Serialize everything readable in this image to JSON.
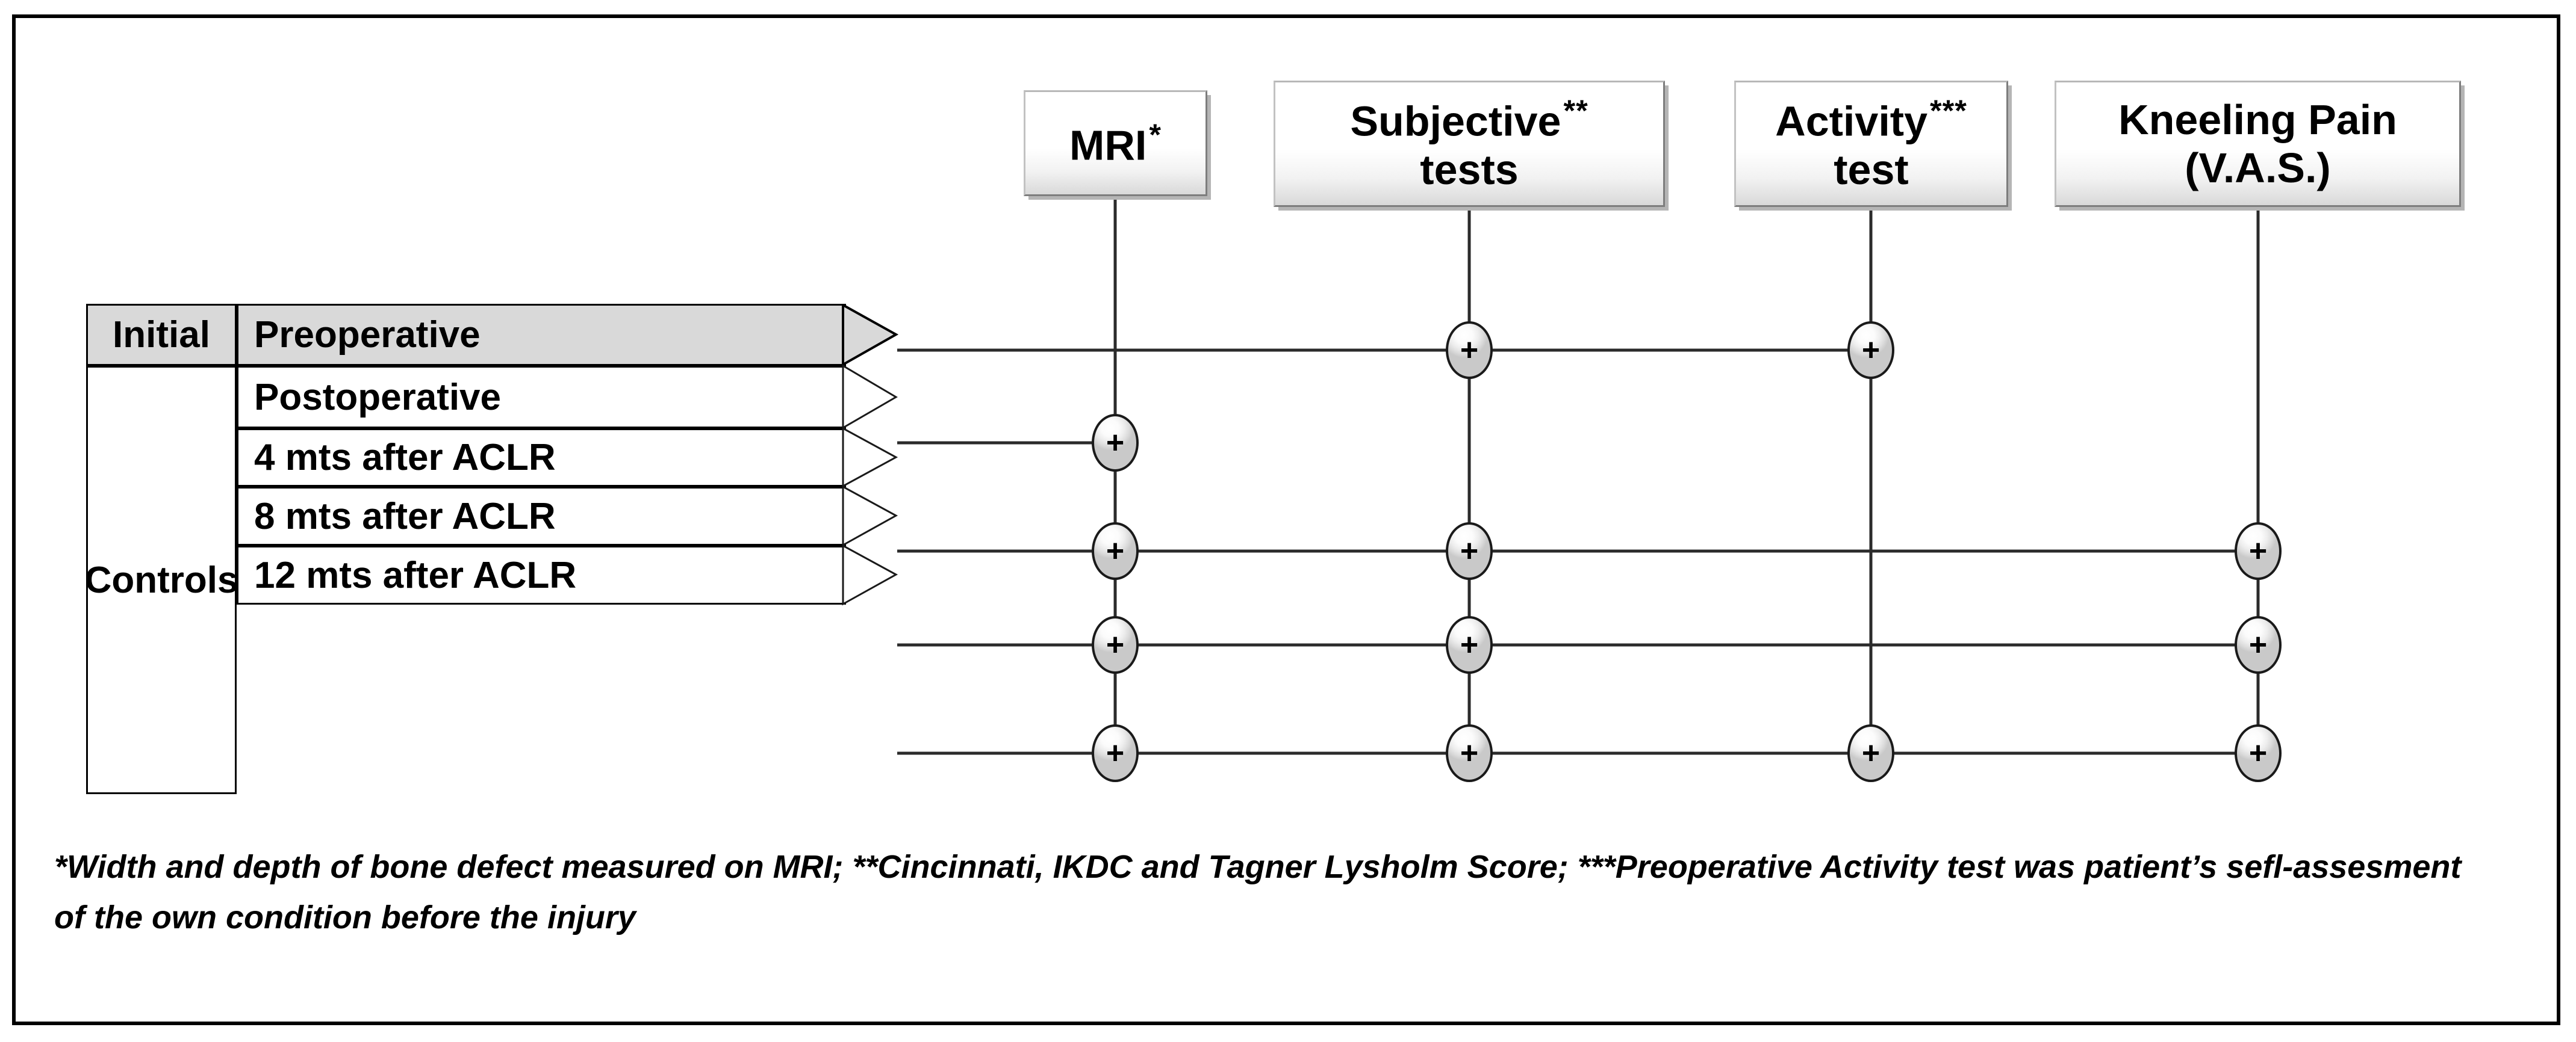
{
  "figure": {
    "type": "study-timeline-matrix",
    "frame_color": "#000000",
    "shaded_row_color": "#d9d9d9"
  },
  "instruments": [
    {
      "id": "mri",
      "label": "MRI",
      "label_line2": "",
      "marker": "*"
    },
    {
      "id": "subj",
      "label": "Subjective",
      "label_line2": "tests",
      "marker": "**"
    },
    {
      "id": "activity",
      "label": "Activity",
      "label_line2": "test",
      "marker": "***"
    },
    {
      "id": "kneel",
      "label": "Kneeling Pain",
      "label_line2": "(V.A.S.)",
      "marker": ""
    }
  ],
  "groups": [
    {
      "id": "initial",
      "label": "Initial"
    },
    {
      "id": "controls",
      "label": "Controls"
    }
  ],
  "timepoints": [
    {
      "id": "preop",
      "label": "Preoperative",
      "group": "initial",
      "shaded": true
    },
    {
      "id": "postop",
      "label": "Postoperative",
      "group": "controls",
      "shaded": false
    },
    {
      "id": "m4",
      "label": "4 mts after ACLR",
      "group": "controls",
      "shaded": false
    },
    {
      "id": "m8",
      "label": "8 mts after ACLR",
      "group": "controls",
      "shaded": false
    },
    {
      "id": "m12",
      "label": "12 mts after ACLR",
      "group": "controls",
      "shaded": false
    }
  ],
  "node_symbol": "+",
  "matrix": {
    "columns": [
      "mri",
      "subj",
      "activity",
      "kneel"
    ],
    "rows": [
      {
        "timepoint": "preop",
        "cells": [
          false,
          true,
          true,
          false
        ]
      },
      {
        "timepoint": "postop",
        "cells": [
          true,
          false,
          false,
          false
        ]
      },
      {
        "timepoint": "m4",
        "cells": [
          true,
          true,
          false,
          true
        ]
      },
      {
        "timepoint": "m8",
        "cells": [
          true,
          true,
          false,
          true
        ]
      },
      {
        "timepoint": "m12",
        "cells": [
          true,
          true,
          true,
          true
        ]
      }
    ]
  },
  "footnote": {
    "line1": "*Width and depth of bone defect measured on MRI; **Cincinnati, IKDC and Tagner Lysholm Score; ***Preoperative Activity test",
    "line2": "was patient’s sefl-assesment of the own condition before the injury"
  }
}
